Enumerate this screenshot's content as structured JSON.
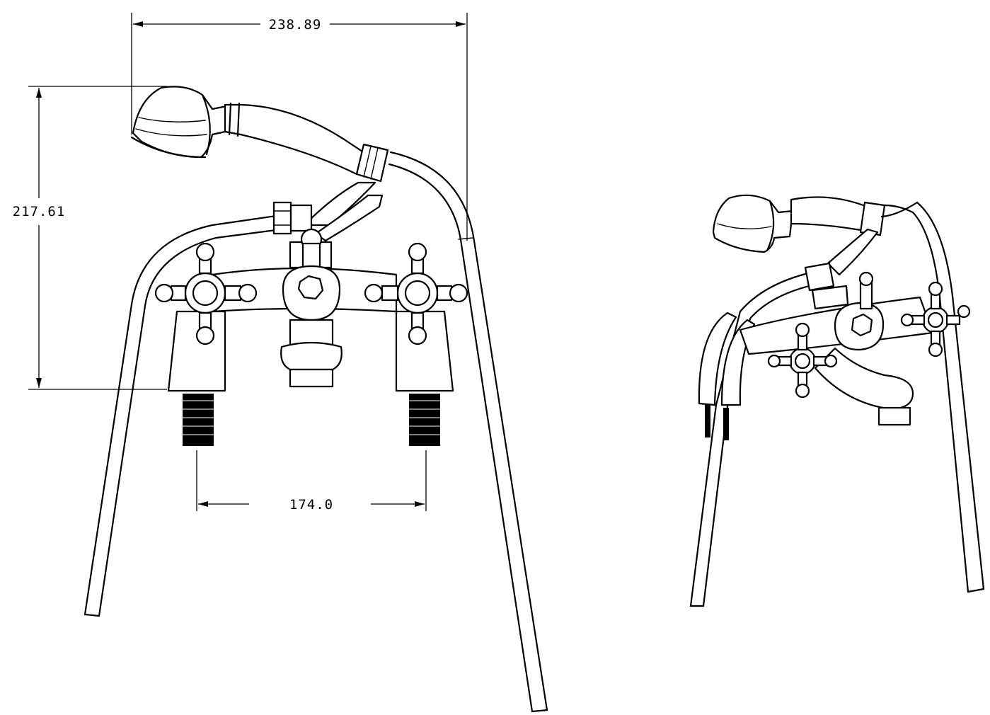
{
  "dimensions": {
    "overall_width": "238.89",
    "overall_height": "217.61",
    "inlet_spacing": "174.0"
  },
  "icons": {
    "front_view": "bath-shower-mixer-front-elevation",
    "iso_view": "bath-shower-mixer-isometric-view"
  },
  "colors": {
    "line": "#000000",
    "background": "#ffffff"
  }
}
